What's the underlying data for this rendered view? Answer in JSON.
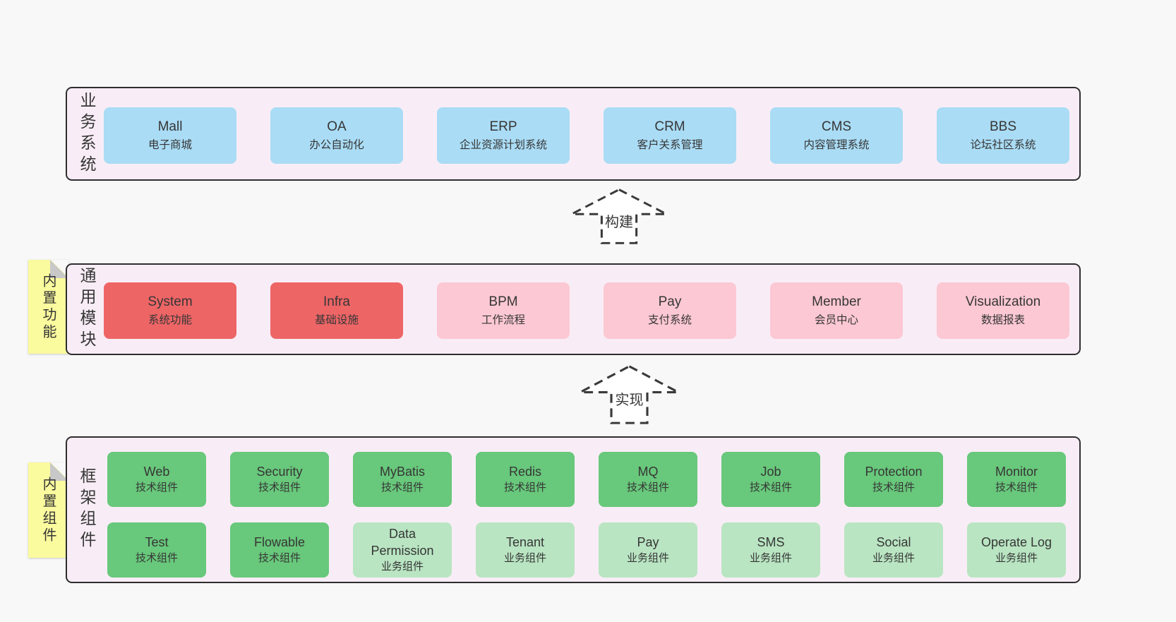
{
  "colors": {
    "page_bg": "#f8f8f8",
    "panel_bg": "#f8edf6",
    "panel_border": "#2e2e2e",
    "blue": "#aadcf5",
    "red": "#ee6566",
    "pink": "#fcc8d3",
    "green": "#68c87b",
    "lightgreen": "#b9e5c2",
    "yellow": "#fafa9e",
    "fold": "#c8c8c8",
    "text": "#363636"
  },
  "arrows": [
    {
      "label": "构建"
    },
    {
      "label": "实现"
    }
  ],
  "panels": [
    {
      "label": "业务系统",
      "boxes": [
        {
          "title": "Mall",
          "subtitle": "电子商城",
          "variant": "blue"
        },
        {
          "title": "OA",
          "subtitle": "办公自动化",
          "variant": "blue"
        },
        {
          "title": "ERP",
          "subtitle": "企业资源计划系统",
          "variant": "blue"
        },
        {
          "title": "CRM",
          "subtitle": "客户关系管理",
          "variant": "blue"
        },
        {
          "title": "CMS",
          "subtitle": "内容管理系统",
          "variant": "blue"
        },
        {
          "title": "BBS",
          "subtitle": "论坛社区系统",
          "variant": "blue"
        }
      ]
    },
    {
      "label": "通用模块",
      "note": "内置功能",
      "boxes": [
        {
          "title": "System",
          "subtitle": "系统功能",
          "variant": "red"
        },
        {
          "title": "Infra",
          "subtitle": "基础设施",
          "variant": "red"
        },
        {
          "title": "BPM",
          "subtitle": "工作流程",
          "variant": "pink"
        },
        {
          "title": "Pay",
          "subtitle": "支付系统",
          "variant": "pink"
        },
        {
          "title": "Member",
          "subtitle": "会员中心",
          "variant": "pink"
        },
        {
          "title": "Visualization",
          "subtitle": "数据报表",
          "variant": "pink"
        }
      ]
    },
    {
      "label": "框架组件",
      "note": "内置组件",
      "rows": [
        [
          {
            "title": "Web",
            "subtitle": "技术组件",
            "variant": "green"
          },
          {
            "title": "Security",
            "subtitle": "技术组件",
            "variant": "green"
          },
          {
            "title": "MyBatis",
            "subtitle": "技术组件",
            "variant": "green"
          },
          {
            "title": "Redis",
            "subtitle": "技术组件",
            "variant": "green"
          },
          {
            "title": "MQ",
            "subtitle": "技术组件",
            "variant": "green"
          },
          {
            "title": "Job",
            "subtitle": "技术组件",
            "variant": "green"
          },
          {
            "title": "Protection",
            "subtitle": "技术组件",
            "variant": "green"
          },
          {
            "title": "Monitor",
            "subtitle": "技术组件",
            "variant": "green"
          }
        ],
        [
          {
            "title": "Test",
            "subtitle": "技术组件",
            "variant": "green"
          },
          {
            "title": "Flowable",
            "subtitle": "技术组件",
            "variant": "green"
          },
          {
            "title": "Data Permission",
            "subtitle": "业务组件",
            "variant": "lightgreen"
          },
          {
            "title": "Tenant",
            "subtitle": "业务组件",
            "variant": "lightgreen"
          },
          {
            "title": "Pay",
            "subtitle": "业务组件",
            "variant": "lightgreen"
          },
          {
            "title": "SMS",
            "subtitle": "业务组件",
            "variant": "lightgreen"
          },
          {
            "title": "Social",
            "subtitle": "业务组件",
            "variant": "lightgreen"
          },
          {
            "title": "Operate Log",
            "subtitle": "业务组件",
            "variant": "lightgreen"
          }
        ]
      ]
    }
  ]
}
